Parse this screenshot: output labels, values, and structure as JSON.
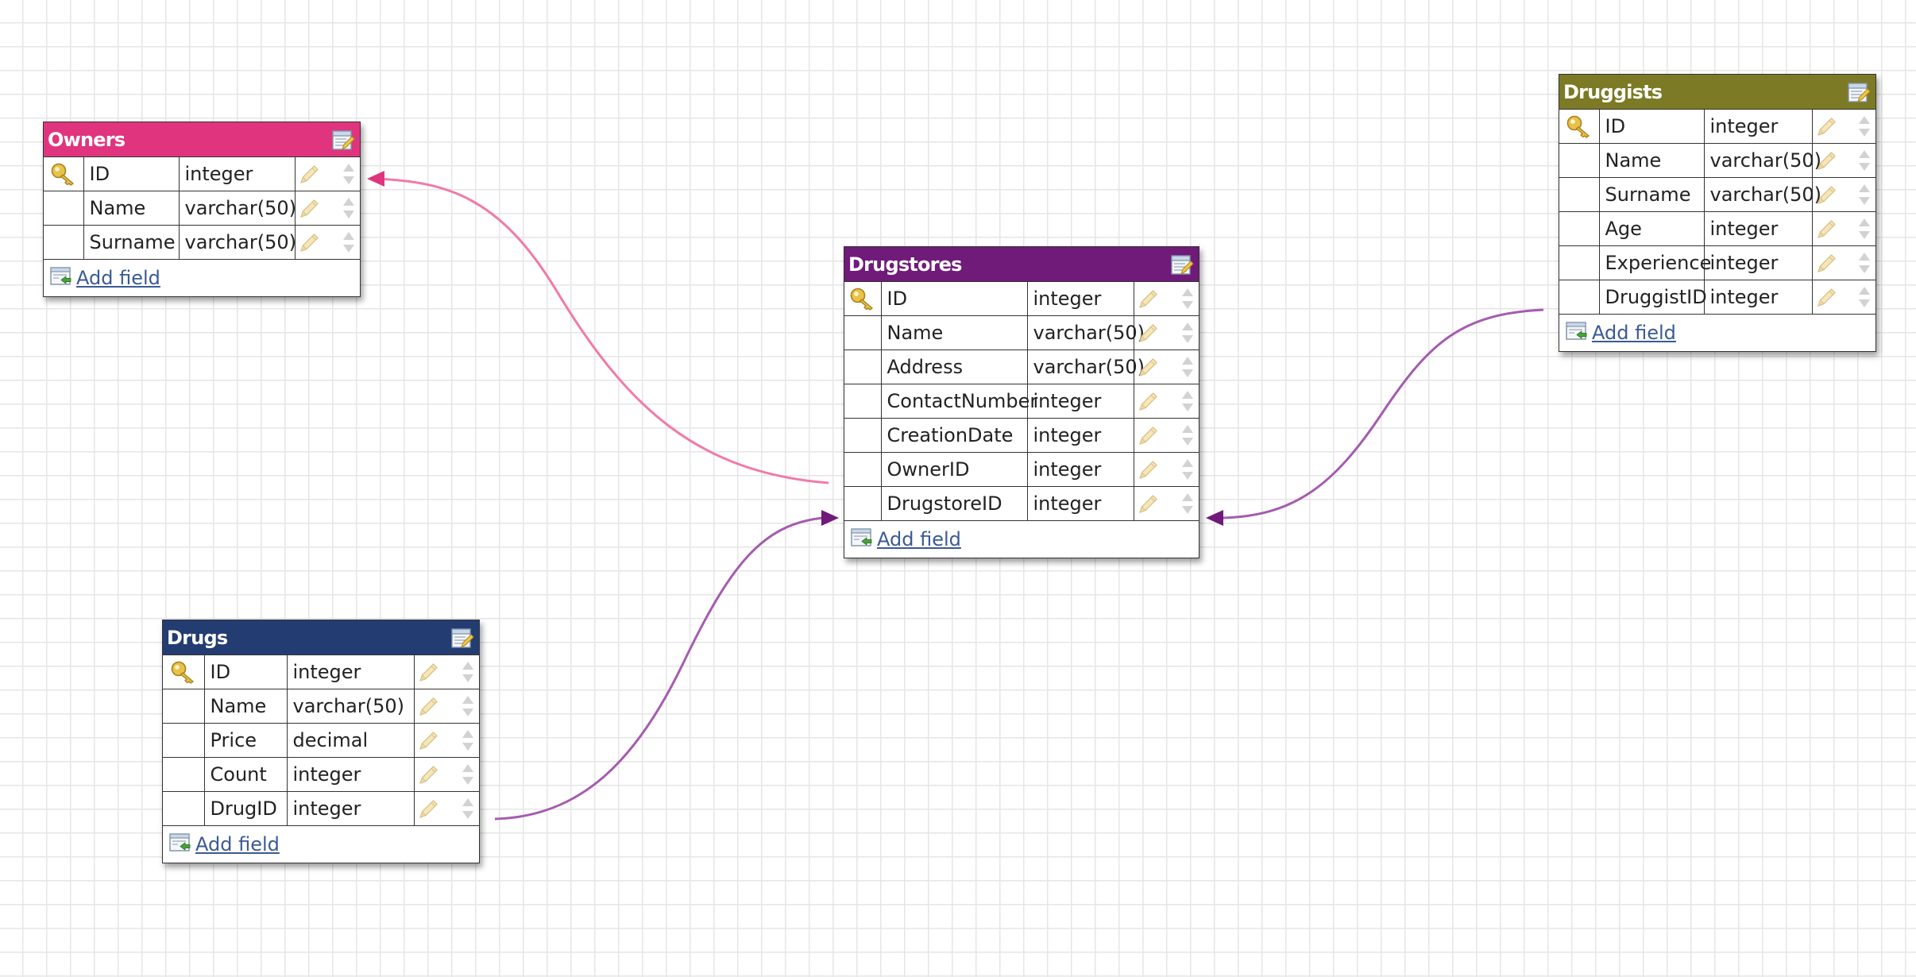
{
  "entities": [
    {
      "id": "owners",
      "name": "Owners",
      "color": "#e0357e",
      "add_field_label": "Add field",
      "fields": [
        {
          "name": "ID",
          "type": "integer",
          "primary_key": true
        },
        {
          "name": "Name",
          "type": "varchar(50)",
          "primary_key": false
        },
        {
          "name": "Surname",
          "type": "varchar(50)",
          "primary_key": false
        }
      ]
    },
    {
      "id": "drugstores",
      "name": "Drugstores",
      "color": "#701a7a",
      "add_field_label": "Add field",
      "fields": [
        {
          "name": "ID",
          "type": "integer",
          "primary_key": true
        },
        {
          "name": "Name",
          "type": "varchar(50)",
          "primary_key": false
        },
        {
          "name": "Address",
          "type": "varchar(50)",
          "primary_key": false
        },
        {
          "name": "ContactNumber",
          "type": "integer",
          "primary_key": false
        },
        {
          "name": "CreationDate",
          "type": "integer",
          "primary_key": false
        },
        {
          "name": "OwnerID",
          "type": "integer",
          "primary_key": false
        },
        {
          "name": "DrugstoreID",
          "type": "integer",
          "primary_key": false
        }
      ]
    },
    {
      "id": "druggists",
      "name": "Druggists",
      "color": "#7c7a24",
      "add_field_label": "Add field",
      "fields": [
        {
          "name": "ID",
          "type": "integer",
          "primary_key": true
        },
        {
          "name": "Name",
          "type": "varchar(50)",
          "primary_key": false
        },
        {
          "name": "Surname",
          "type": "varchar(50)",
          "primary_key": false
        },
        {
          "name": "Age",
          "type": "integer",
          "primary_key": false
        },
        {
          "name": "Experience",
          "type": "integer",
          "primary_key": false
        },
        {
          "name": "DruggistID",
          "type": "integer",
          "primary_key": false
        }
      ]
    },
    {
      "id": "drugs",
      "name": "Drugs",
      "color": "#233c72",
      "add_field_label": "Add field",
      "fields": [
        {
          "name": "ID",
          "type": "integer",
          "primary_key": true
        },
        {
          "name": "Name",
          "type": "varchar(50)",
          "primary_key": false
        },
        {
          "name": "Price",
          "type": "decimal",
          "primary_key": false
        },
        {
          "name": "Count",
          "type": "integer",
          "primary_key": false
        },
        {
          "name": "DrugID",
          "type": "integer",
          "primary_key": false
        }
      ]
    }
  ],
  "relationships": [
    {
      "from_table": "Drugstores",
      "from_field": "OwnerID",
      "to_table": "Owners",
      "to_field": "ID",
      "color": "#f07aa8"
    },
    {
      "from_table": "Drugs",
      "from_field": "DrugID",
      "to_table": "Drugstores",
      "to_field": "DrugstoreID",
      "color": "#a55bb0"
    },
    {
      "from_table": "Druggists",
      "from_field": "DruggistID",
      "to_table": "Drugstores",
      "to_field": "DrugstoreID",
      "color": "#a55bb0"
    }
  ],
  "icons": {
    "primary_key": "key-icon",
    "edit_table": "edit-table-icon",
    "edit_field": "pencil-icon",
    "reorder_field": "reorder-arrows-icon",
    "add_field": "add-field-icon"
  },
  "arrow_colors": {
    "owners_link": "#e0357e",
    "drugstores_link": "#701a7a"
  }
}
